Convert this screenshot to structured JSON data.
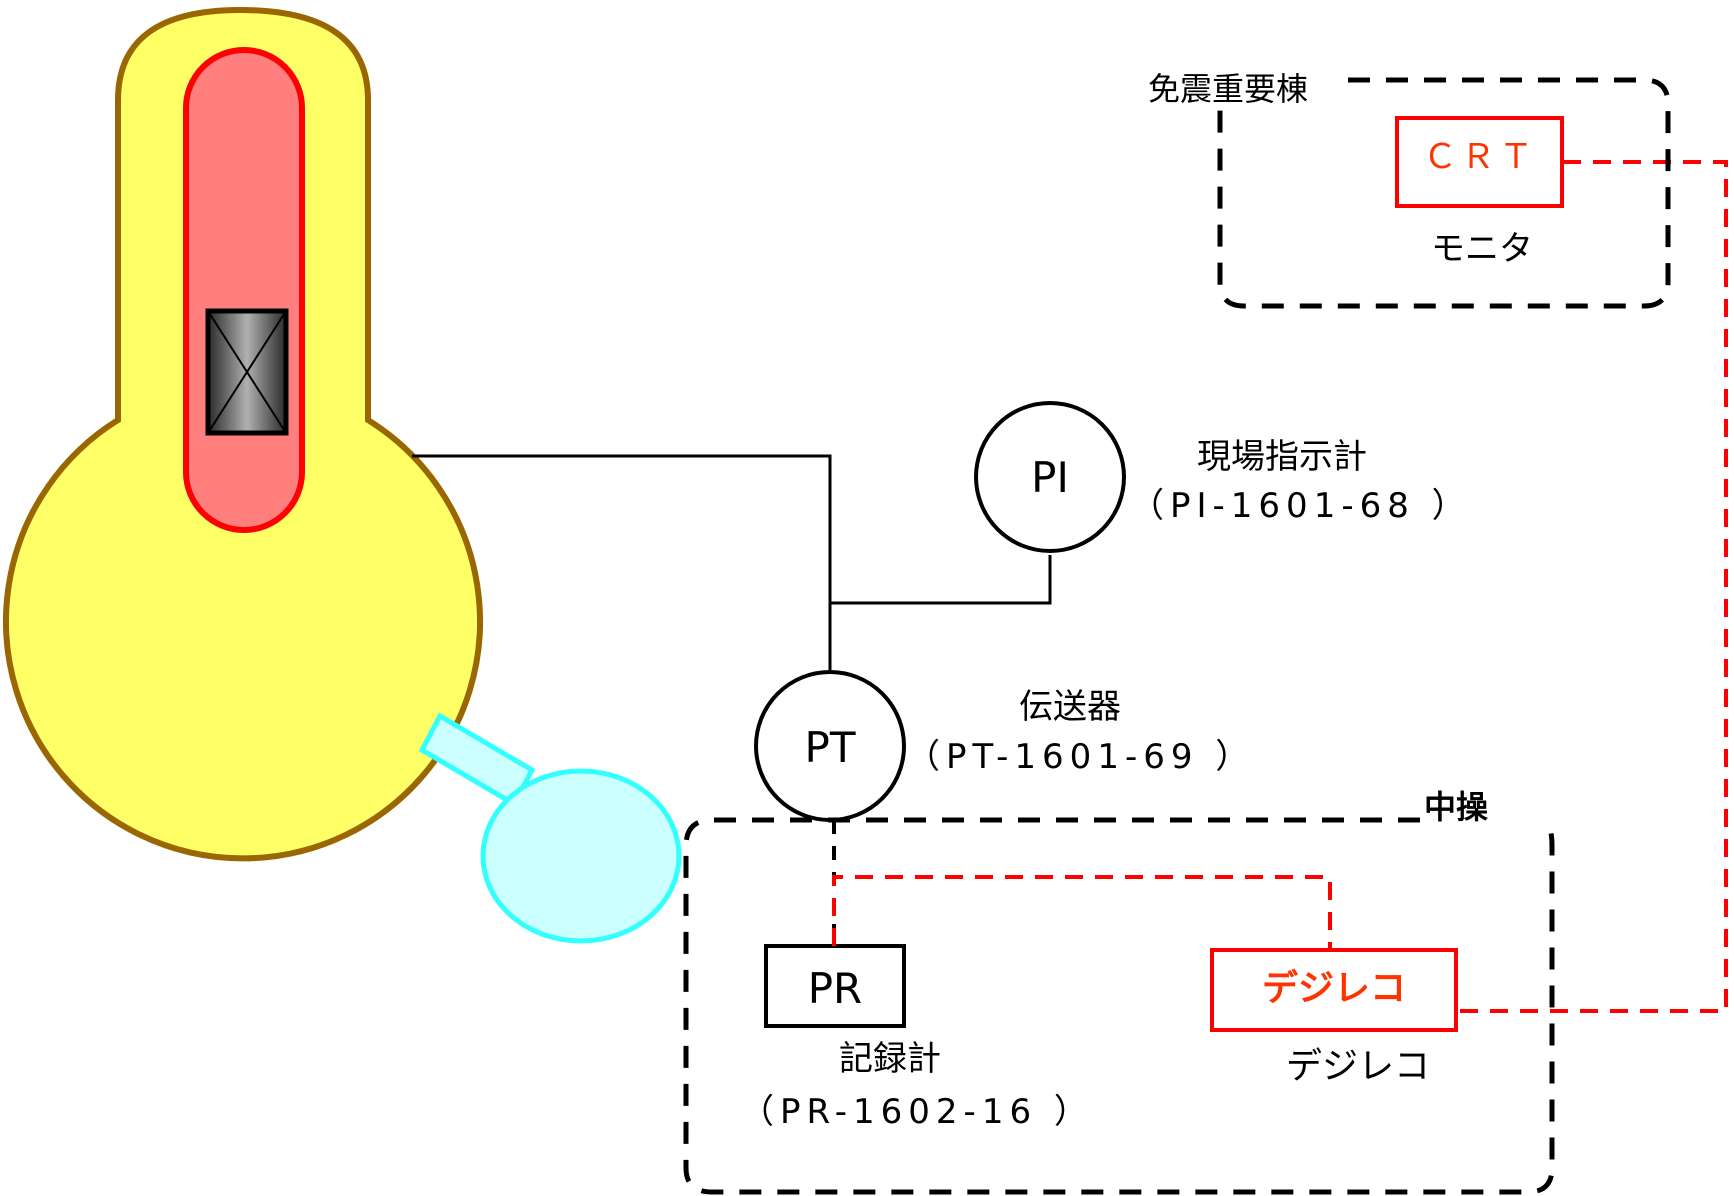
{
  "colors": {
    "vessel_fill": "#ffff66",
    "vessel_stroke": "#996600",
    "core_fill": "#ff7f7f",
    "core_stroke": "#ff0000",
    "sp_fill": "#ccffff",
    "sp_stroke": "#33ffff",
    "signal_red": "#ff0000",
    "crt_text": "#ff3300",
    "digirec_text": "#ff3300",
    "wire": "#000000"
  },
  "labels": {
    "building_seismic": "免震重要棟",
    "crt": "ＣＲＴ",
    "monitor": "モニタ",
    "local_indicator_title": "現場指示計",
    "local_indicator_tag": "（PI-1601-68 ）",
    "pi_symbol": "PI",
    "transmitter_title": "伝送器",
    "transmitter_tag": "（PT-1601-69 ）",
    "pt_symbol": "PT",
    "control_room": "中操",
    "pr_symbol": "PR",
    "recorder_title": "記録計",
    "recorder_tag": "（PR-1602-16 ）",
    "digirec_box": "デジレコ",
    "digirec_caption": "デジレコ"
  },
  "icons": {
    "valve": "valve-icon"
  }
}
